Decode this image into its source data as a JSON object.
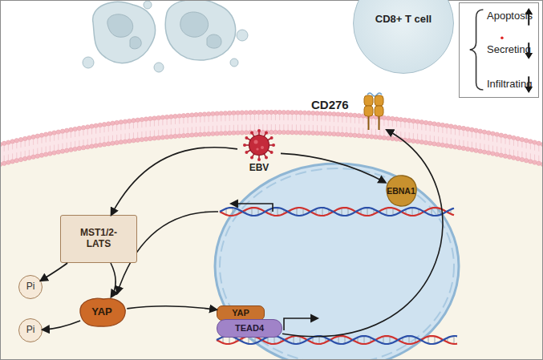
{
  "diagram": {
    "nodes": [
      {
        "text": [
          "CD8+ T cell"
        ]
      },
      {
        "text": [
          "Apoptosis",
          "Secreting",
          "Infiltrating"
        ]
      },
      {
        "text": [
          "CD276"
        ]
      },
      {
        "text": [
          "EBV"
        ]
      },
      {
        "text": [
          "MST1/2- LATS"
        ]
      },
      {
        "text": [
          "Pi"
        ]
      },
      {
        "text": [
          "Pi"
        ]
      },
      {
        "text": [
          "YAP"
        ]
      },
      {
        "text": [
          "EBNA1"
        ]
      },
      {
        "text": [
          "YAP"
        ]
      },
      {
        "text": [
          "TEAD4"
        ]
      }
    ],
    "edges": [
      {
        "from": 3,
        "to": 4,
        "arrow": "to"
      },
      {
        "from": 3,
        "to": 8,
        "arrow": "to"
      },
      {
        "from": 4,
        "to": 7,
        "arrow": "to"
      },
      {
        "from": 4,
        "to": 5,
        "arrow": "to"
      },
      {
        "from": 7,
        "to": 6,
        "arrow": "to"
      },
      {
        "from": 7,
        "to": 9,
        "arrow": "to"
      },
      {
        "from": 10,
        "to": 2,
        "arrow": "to"
      }
    ]
  }
}
